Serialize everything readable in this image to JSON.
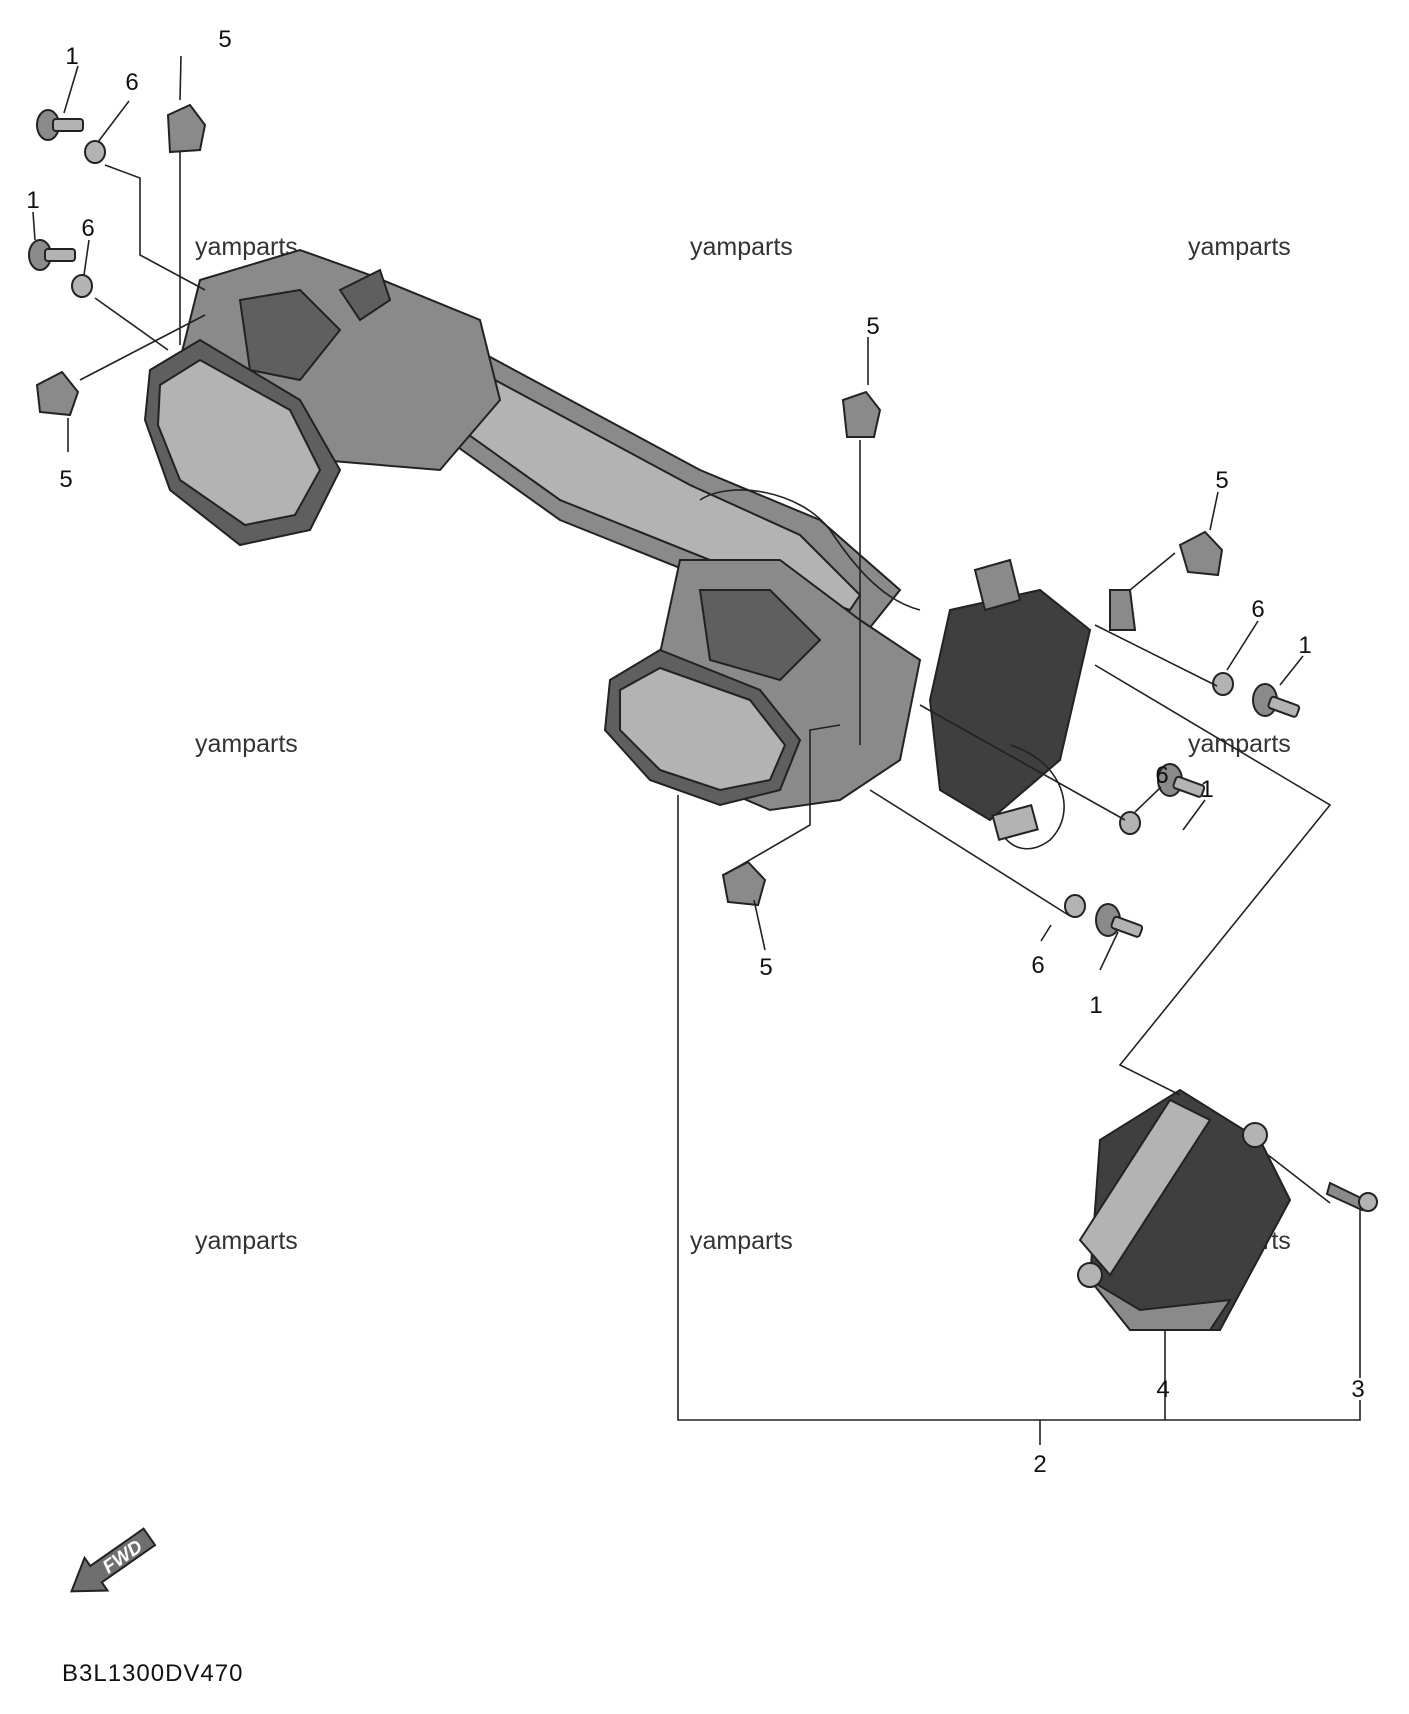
{
  "diagram": {
    "diagram_code": "B3L1300DV470",
    "fwd_label": "FWD",
    "watermark_text": "yamparts",
    "callouts": {
      "c1a": "1",
      "c1b": "1",
      "c1c": "1",
      "c1d": "1",
      "c1e": "1",
      "c2": "2",
      "c3": "3",
      "c4": "4",
      "c5a": "5",
      "c5b": "5",
      "c5c": "5",
      "c5d": "5",
      "c5e": "5",
      "c6a": "6",
      "c6b": "6",
      "c6c": "6",
      "c6d": "6",
      "c6e": "6"
    }
  }
}
